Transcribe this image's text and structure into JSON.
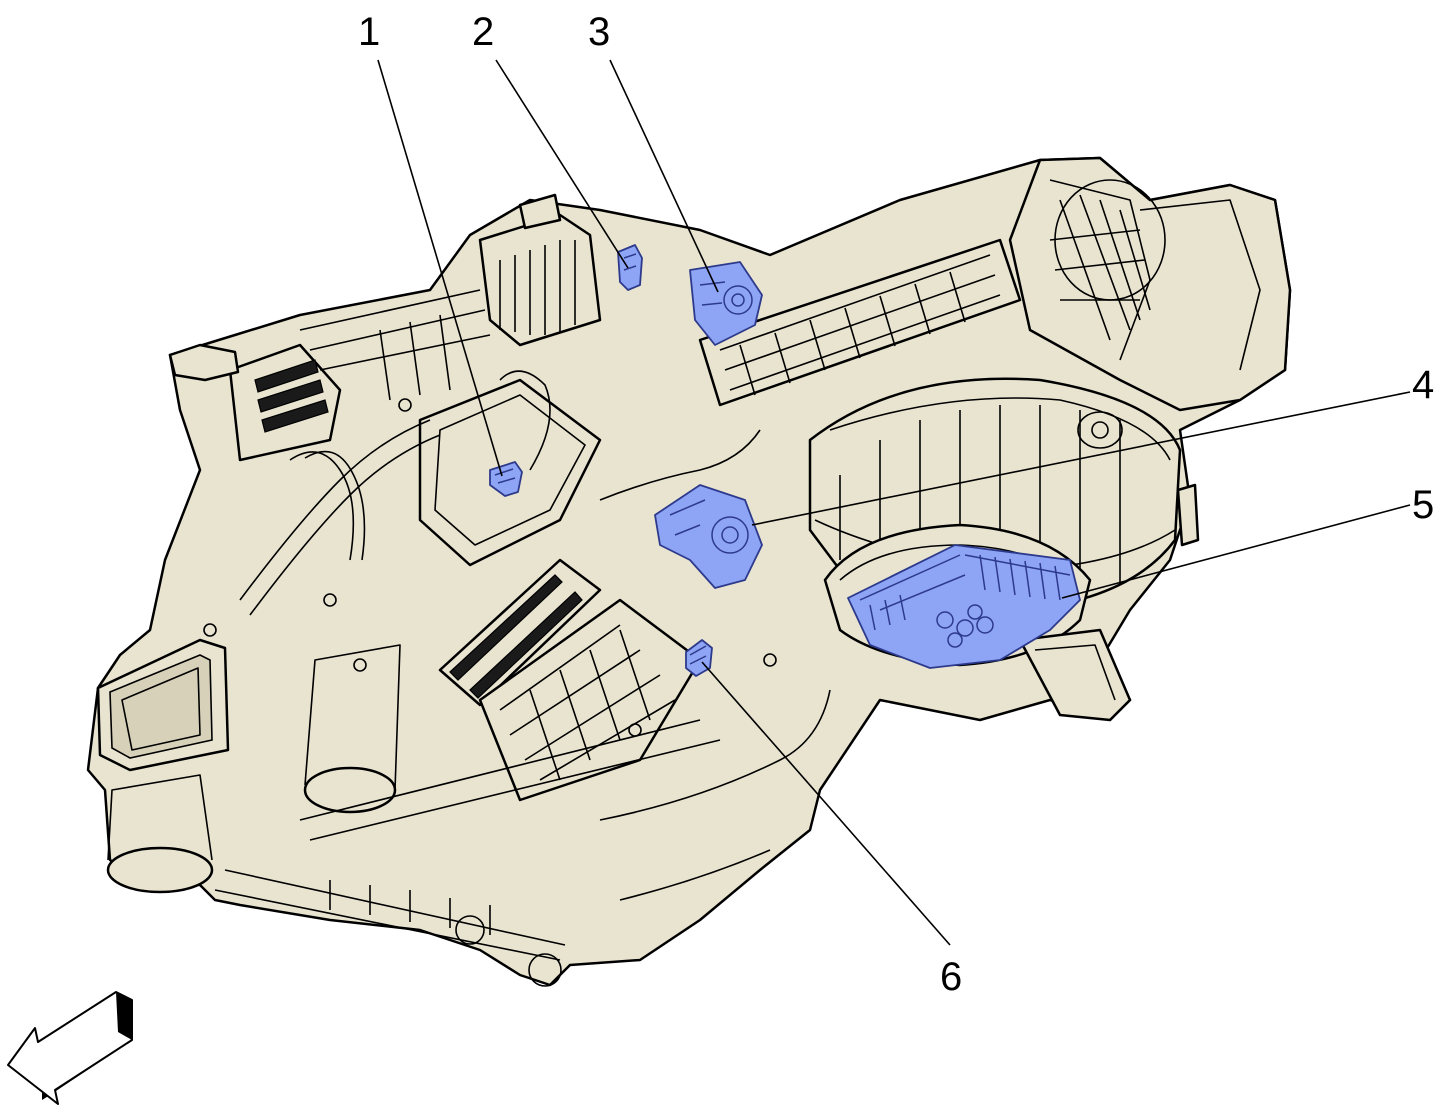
{
  "colors": {
    "body": "#e8e4d0",
    "body_dark": "#d6d1b8",
    "highlight": "#8ea4f5",
    "line": "#000000"
  },
  "callouts": [
    {
      "id": "1",
      "label": "1"
    },
    {
      "id": "2",
      "label": "2"
    },
    {
      "id": "3",
      "label": "3"
    },
    {
      "id": "4",
      "label": "4"
    },
    {
      "id": "5",
      "label": "5"
    },
    {
      "id": "6",
      "label": "6"
    }
  ],
  "direction_arrow": {
    "icon": "forward-direction-arrow-icon"
  }
}
